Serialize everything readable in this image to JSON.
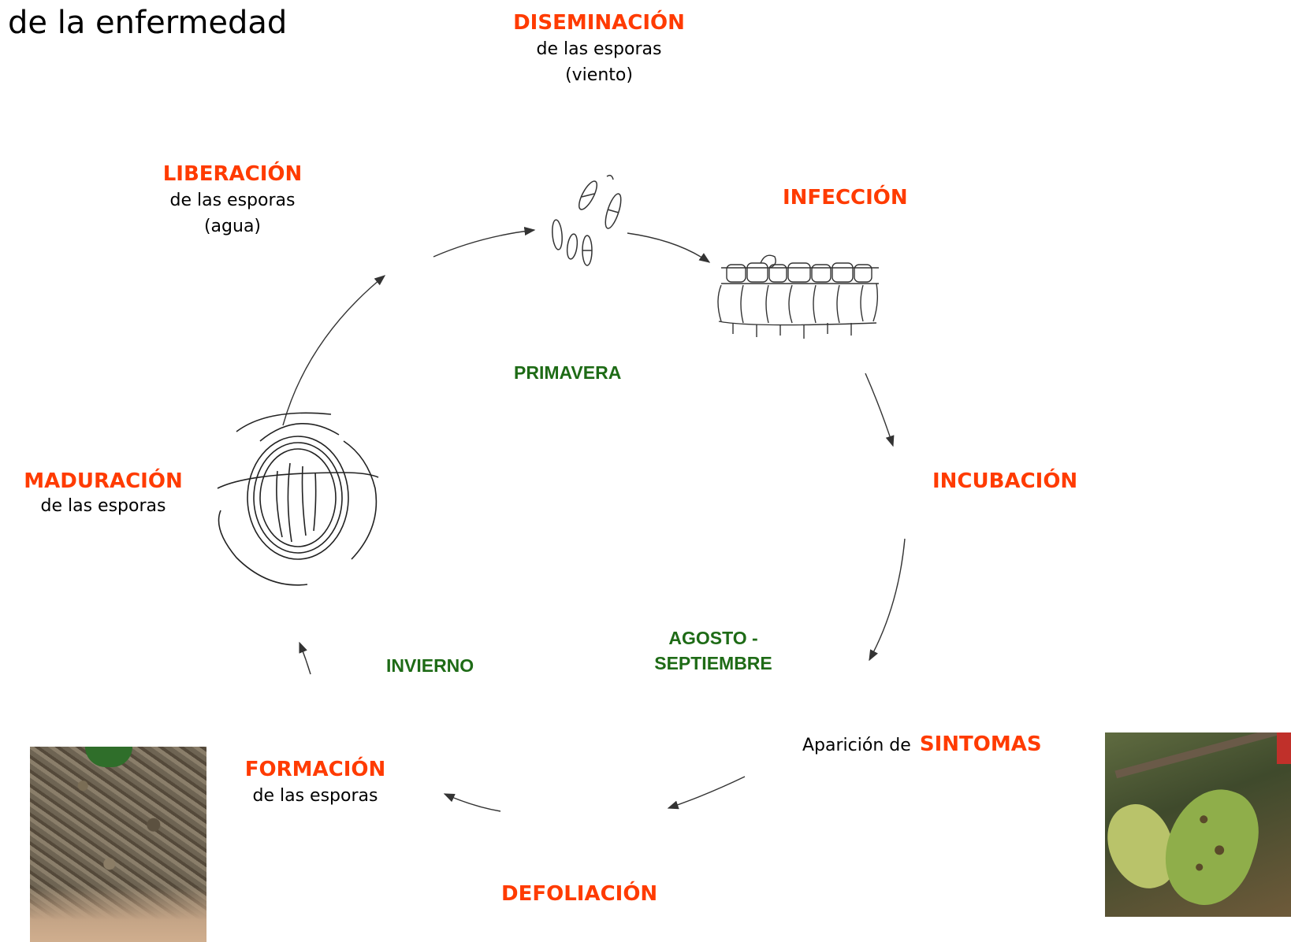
{
  "title": "de la enfermedad",
  "stages": {
    "diseminacion": {
      "name": "DISEMINACIÓN",
      "line1": "de las esporas",
      "line2": "(viento)"
    },
    "liberacion": {
      "name": "LIBERACIÓN",
      "line1": "de las esporas",
      "line2": "(agua)"
    },
    "infeccion": {
      "name": "INFECCIÓN"
    },
    "incubacion": {
      "name": "INCUBACIÓN"
    },
    "maduracion": {
      "name": "MADURACIÓN",
      "line1": "de las esporas"
    },
    "sintomas": {
      "prefix": "Aparición de",
      "name": "SINTOMAS"
    },
    "formacion": {
      "name": "FORMACIÓN",
      "line1": "de las esporas"
    },
    "defoliacion": {
      "name": "DEFOLIACIÓN"
    }
  },
  "seasons": {
    "primavera": "PRIMAVERA",
    "agosto_line1": "AGOSTO -",
    "agosto_line2": "SEPTIEMBRE",
    "invierno": "INVIERNO"
  },
  "colors": {
    "stage": "#ff3b00",
    "season": "#1e6b16",
    "arrow": "#333333"
  },
  "icons": {
    "spores": "spores-sketch-icon",
    "leaf_tissue": "leaf-tissue-sketch-icon",
    "fruiting_body": "fruiting-body-sketch-icon",
    "leaf_litter_photo": "leaf-litter-photo",
    "leaf_symptom_photo": "leaf-symptom-photo"
  }
}
